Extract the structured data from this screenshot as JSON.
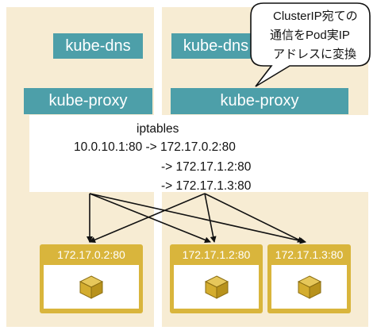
{
  "node_left": {
    "kube_dns": "kube-dns",
    "kube_proxy": "kube-proxy"
  },
  "node_right": {
    "kube_dns": "kube-dns",
    "kube_proxy": "kube-proxy"
  },
  "iptables": {
    "title": "iptables",
    "rules": [
      "10.0.10.1:80 -> 172.17.0.2:80",
      "-> 172.17.1.2:80",
      "-> 172.17.1.3:80"
    ]
  },
  "pods": [
    {
      "address": "172.17.0.2:80"
    },
    {
      "address": "172.17.1.2:80"
    },
    {
      "address": "172.17.1.3:80"
    }
  ],
  "callout": {
    "lines": [
      "ClusterIP宛ての",
      "通信をPod実IP",
      "アドレスに変換"
    ]
  },
  "colors": {
    "node_background": "#f7ecd3",
    "component_bar": "#4d9fa9",
    "pod": "#d9b53c"
  }
}
